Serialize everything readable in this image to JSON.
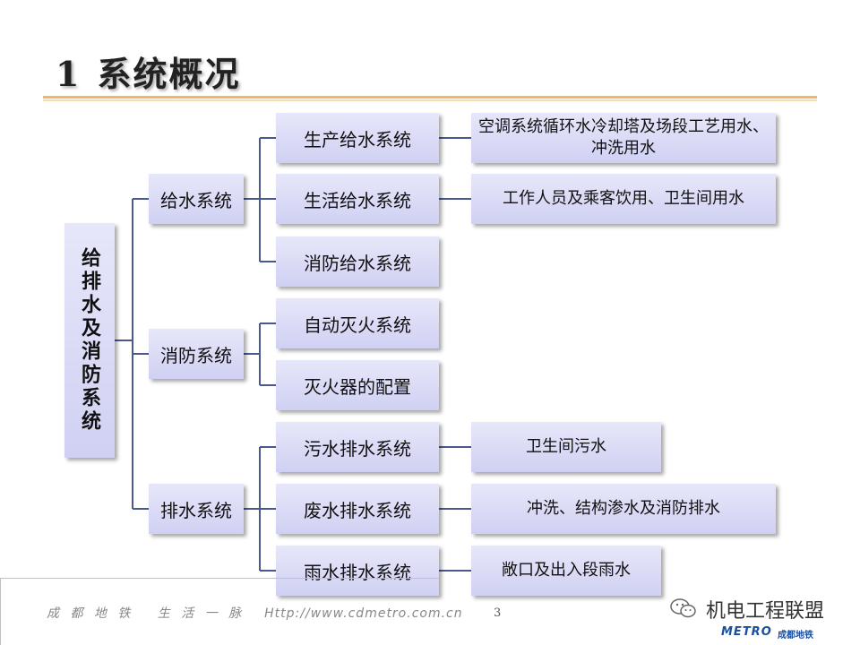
{
  "title": {
    "number": "1",
    "text": "系统概况"
  },
  "root": "给排水及消防系统",
  "level1": [
    "给水系统",
    "消防系统",
    "排水系统"
  ],
  "level2": [
    "生产给水系统",
    "生活给水系统",
    "消防给水系统",
    "自动灭火系统",
    "灭火器的配置",
    "污水排水系统",
    "废水排水系统",
    "雨水排水系统"
  ],
  "level3": {
    "production": "空调系统循环水冷却塔及场段工艺用水、冲洗用水",
    "domestic": "工作人员及乘客饮用、卫生间用水",
    "sewage": "卫生间污水",
    "waste": "冲洗、结构渗水及消防排水",
    "rain": "敞口及出入段雨水"
  },
  "footer": {
    "left": "成 都 地 铁　 生 活 一 脉",
    "url": "Http://www.cdmetro.com.cn",
    "page": "3"
  },
  "watermark": {
    "text": "机电工程联盟",
    "brand": "METRO",
    "brand_cn": "成都地铁"
  },
  "colors": {
    "box": "#d8d8f5",
    "rule": "#f0b860",
    "line": "#4a5890"
  }
}
